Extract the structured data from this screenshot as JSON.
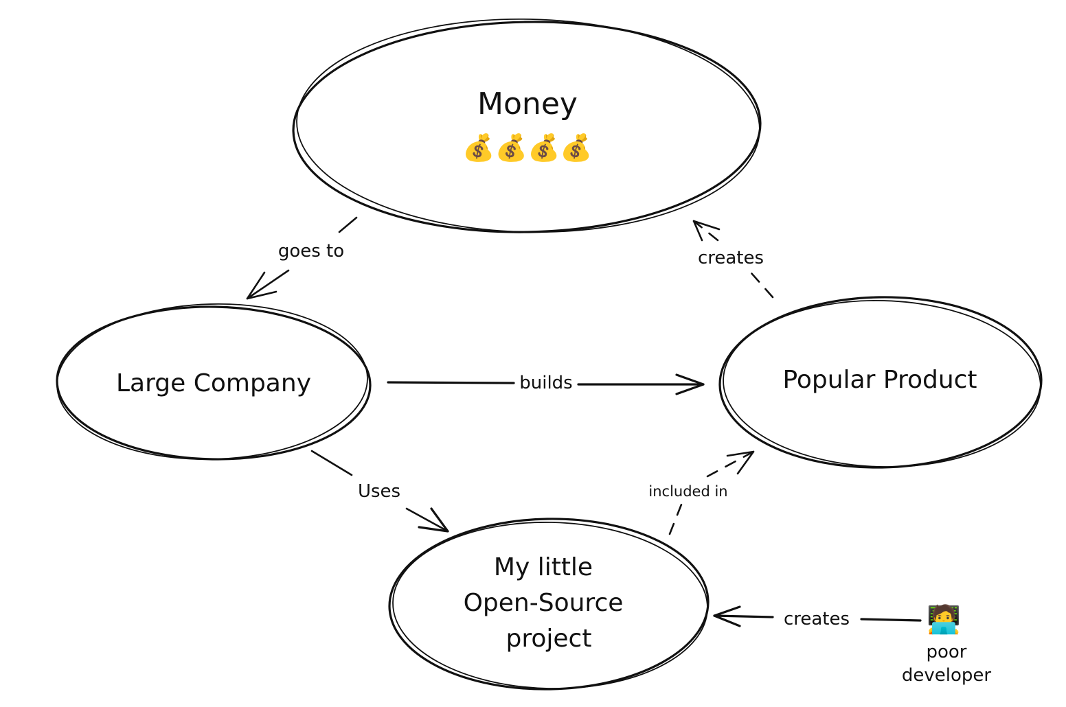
{
  "nodes": {
    "money": {
      "title": "Money",
      "emoji": "💰💰💰💰"
    },
    "large_company": {
      "title": "Large Company"
    },
    "popular_product": {
      "title": "Popular Product"
    },
    "open_source": {
      "line1": "My little",
      "line2": "Open-Source",
      "line3": "project"
    }
  },
  "actor": {
    "emoji": "🧑‍💻",
    "line1": "poor",
    "line2": "developer"
  },
  "edges": {
    "goes_to": "goes to",
    "creates_money": "creates",
    "builds": "builds",
    "uses": "Uses",
    "included_in": "included in",
    "creates_project": "creates"
  }
}
